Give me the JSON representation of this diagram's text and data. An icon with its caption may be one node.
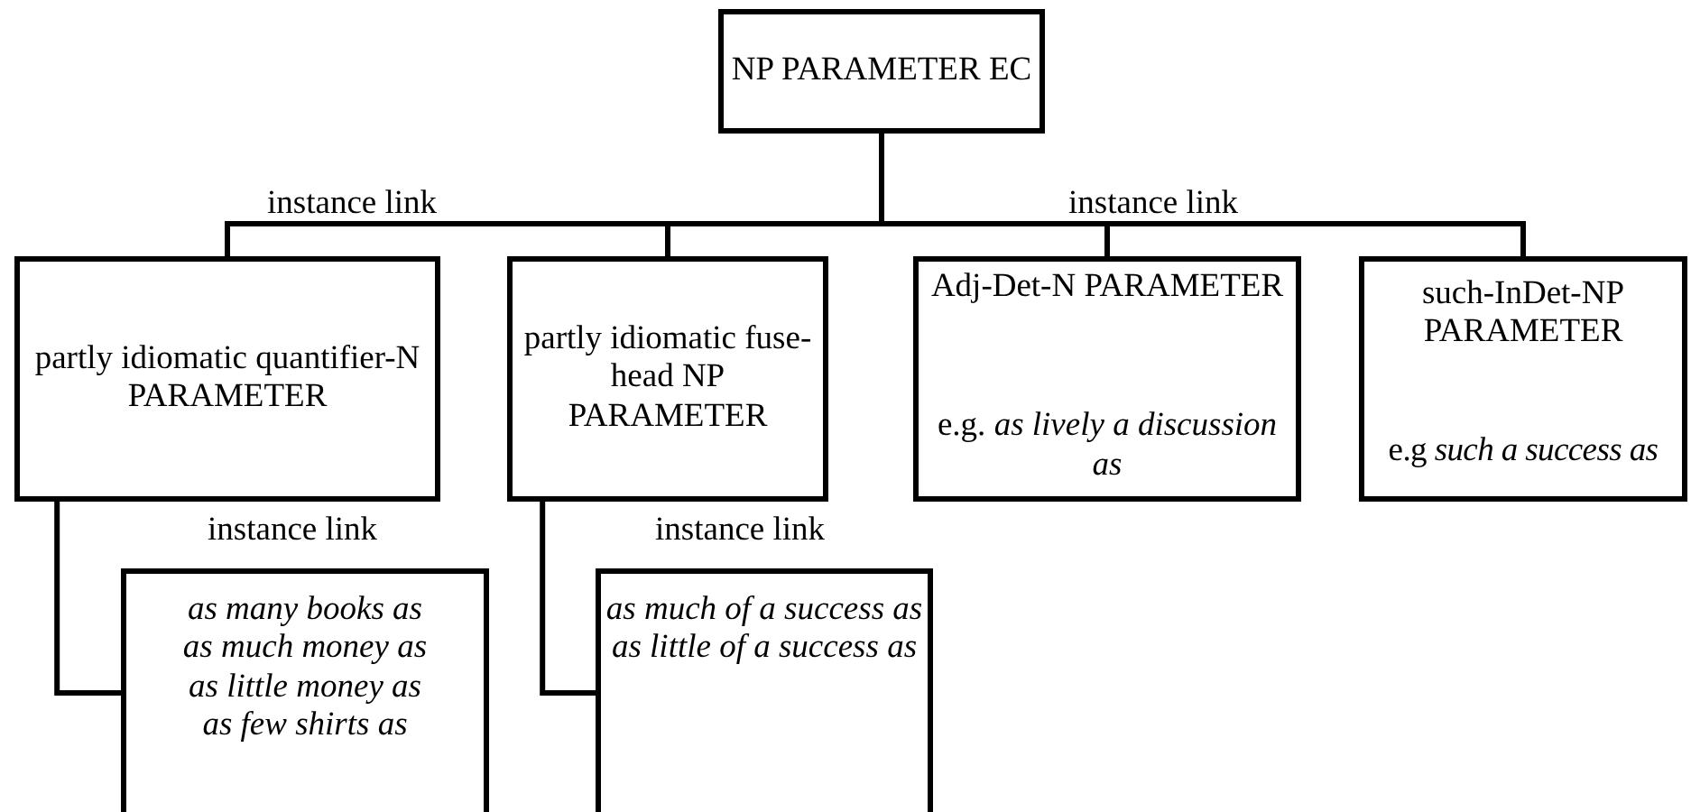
{
  "diagram": {
    "nodes": [
      {
        "text": [
          "NP PARAMETER EC"
        ]
      },
      {
        "text": [
          "partly idiomatic quantifier-N PARAMETER"
        ]
      },
      {
        "text": [
          "partly idiomatic fuse-head NP PARAMETER"
        ]
      },
      {
        "text": [
          "Adj-Det-N PARAMETER",
          "e.g. *as lively a discussion as*"
        ]
      },
      {
        "text": [
          "such-InDet-NP PARAMETER",
          "e.g *such a success as*"
        ]
      },
      {
        "text": [
          "as many books as",
          "as much money as",
          "as little money as",
          "as few shirts as"
        ]
      },
      {
        "text": [
          "as much of a success as",
          "as little of a success as"
        ]
      }
    ],
    "edges": [
      {
        "from": 0,
        "to": 1,
        "arrow": "none"
      },
      {
        "from": 0,
        "to": 2,
        "arrow": "none"
      },
      {
        "from": 0,
        "to": 3,
        "arrow": "none"
      },
      {
        "from": 0,
        "to": 4,
        "arrow": "none"
      },
      {
        "from": 1,
        "to": 5,
        "arrow": "none"
      },
      {
        "from": 2,
        "to": 6,
        "arrow": "none"
      }
    ],
    "labels": [
      "instance link",
      "instance link",
      "instance link",
      "instance link"
    ]
  }
}
